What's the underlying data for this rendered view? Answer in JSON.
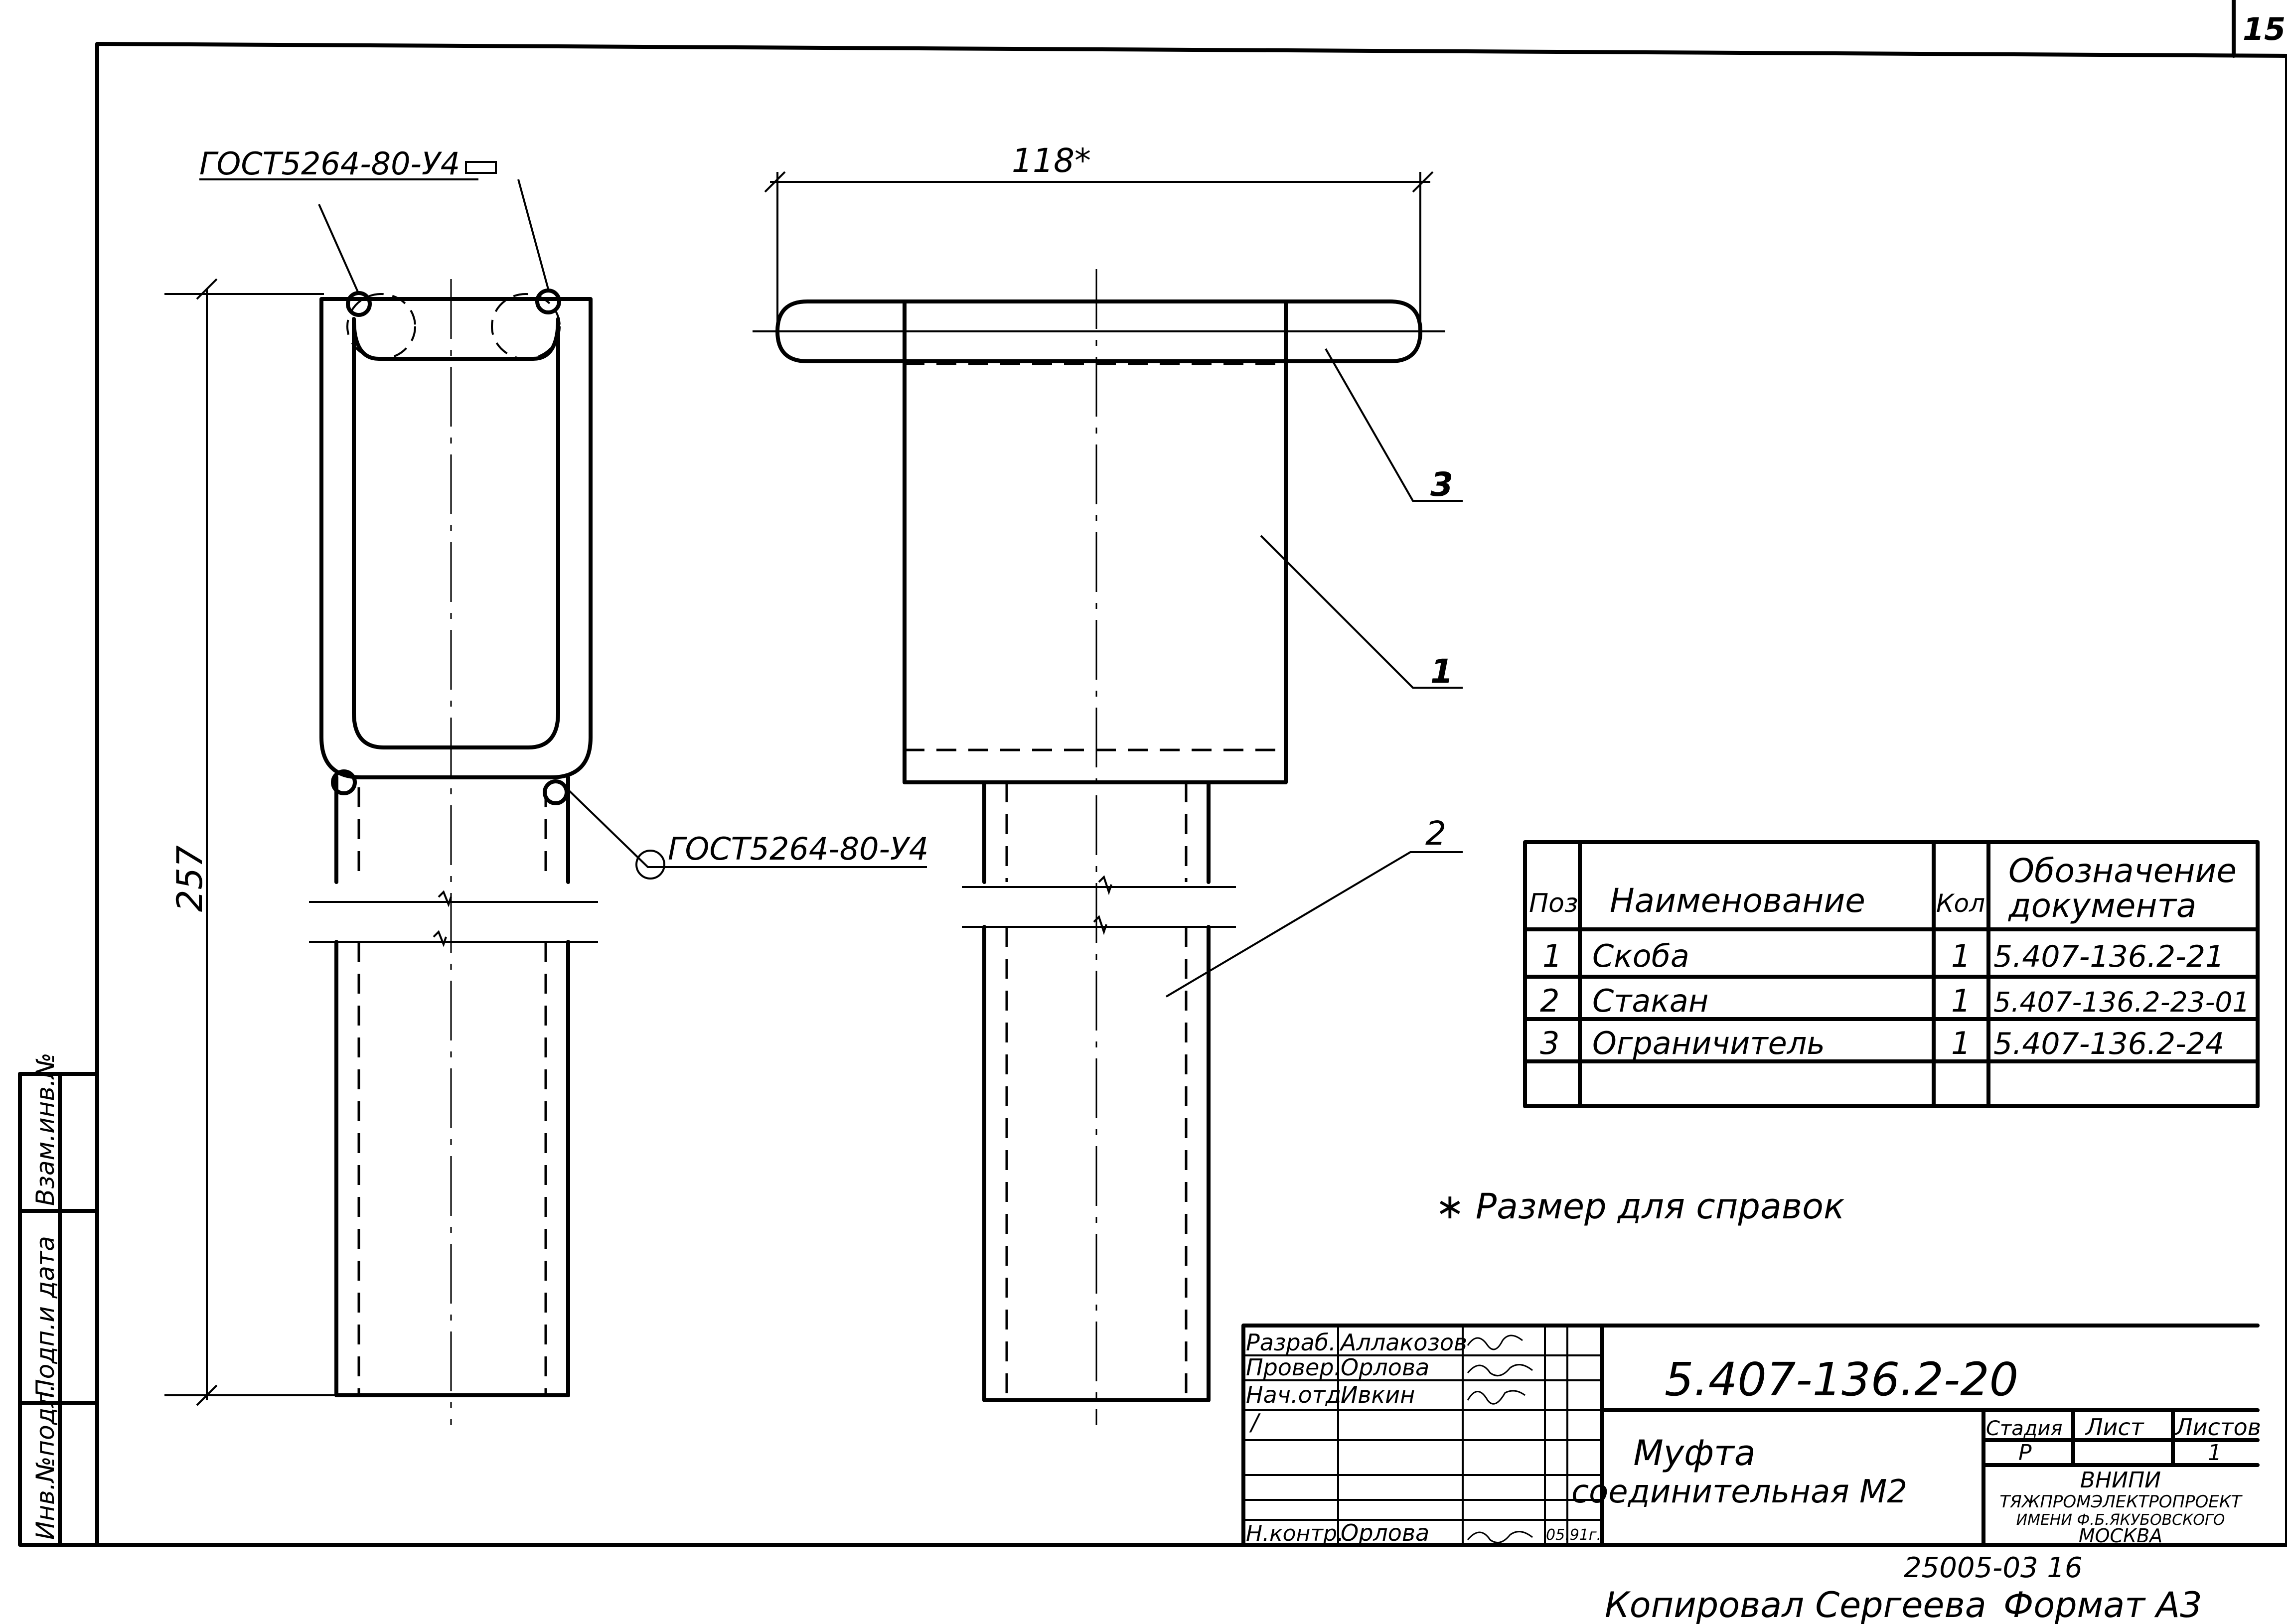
{
  "sheet_number": "15",
  "drawing_number": "5.407-136.2-20",
  "title": {
    "line1": "Муфта",
    "line2": "соединительная М2"
  },
  "annotations": {
    "weld_top": "ГОСТ5264-80-У4",
    "weld_bottom": "ГОСТ5264-80-У4",
    "dim_width": "118*",
    "dim_height": "257",
    "leader_1": "1",
    "leader_2": "2",
    "leader_3": "3",
    "reference_note": "∗ Размер  для  справок"
  },
  "parts_table": {
    "headers": {
      "pos": "Поз",
      "name": "Наименование",
      "qty": "Кол.",
      "doc_line1": "Обозначение",
      "doc_line2": "документа"
    },
    "rows": [
      {
        "pos": "1",
        "name": "Скоба",
        "qty": "1",
        "doc": "5.407-136.2-21"
      },
      {
        "pos": "2",
        "name": "Стакан",
        "qty": "1",
        "doc": "5.407-136.2-23-01"
      },
      {
        "pos": "3",
        "name": "Ограничитель",
        "qty": "1",
        "doc": "5.407-136.2-24"
      }
    ]
  },
  "title_block": {
    "roles": [
      {
        "role": "Разраб.",
        "name": "Аллакозов"
      },
      {
        "role": "Провер.",
        "name": "Орлова"
      },
      {
        "role": "Нач.отд.",
        "name": "Ивкин"
      },
      {
        "role": "/",
        "name": ""
      }
    ],
    "norm_control": {
      "role": "Н.контр.",
      "name": "Орлова",
      "date": "05.91г."
    },
    "stage_label": "Стадия",
    "sheet_label": "Лист",
    "sheets_label": "Листов",
    "stage_value": "Р",
    "sheets_value": "1",
    "org": [
      "ВНИПИ",
      "ТЯЖПРОМЭЛЕКТРОПРОЕКТ",
      "ИМЕНИ Ф.Б.ЯКУБОВСКОГО",
      "МОСКВА"
    ]
  },
  "side_stamp": {
    "col1": "Взам.инв.№",
    "col2": "Подп.и дата",
    "col3": "Инв.№подл."
  },
  "footer": {
    "archive_number": "25005-03  16",
    "copied_by": "Копировал Сергеева",
    "format": "Формат А3"
  }
}
